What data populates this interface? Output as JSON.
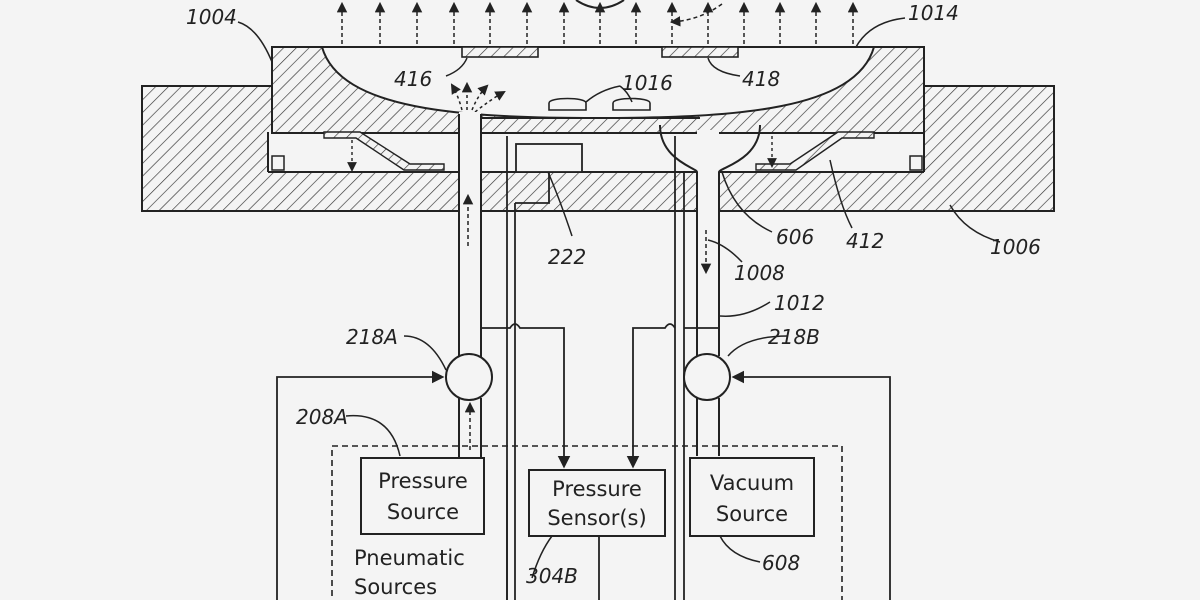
{
  "diagram": {
    "ref_labels": {
      "r1004": "1004",
      "r1014": "1014",
      "r416": "416",
      "r418": "418",
      "r1016": "1016",
      "r222": "222",
      "r606": "606",
      "r412": "412",
      "r1006": "1006",
      "r1008": "1008",
      "r1012": "1012",
      "r218a": "218A",
      "r218b": "218B",
      "r208a": "208A",
      "r304b": "304B",
      "r608": "608"
    },
    "boxes": {
      "pressure_source": [
        "Pressure",
        "Source"
      ],
      "pressure_sensor": [
        "Pressure",
        "Sensor(s)"
      ],
      "vacuum_source": [
        "Vacuum",
        "Source"
      ]
    },
    "group_label": [
      "Pneumatic",
      "Sources"
    ]
  }
}
